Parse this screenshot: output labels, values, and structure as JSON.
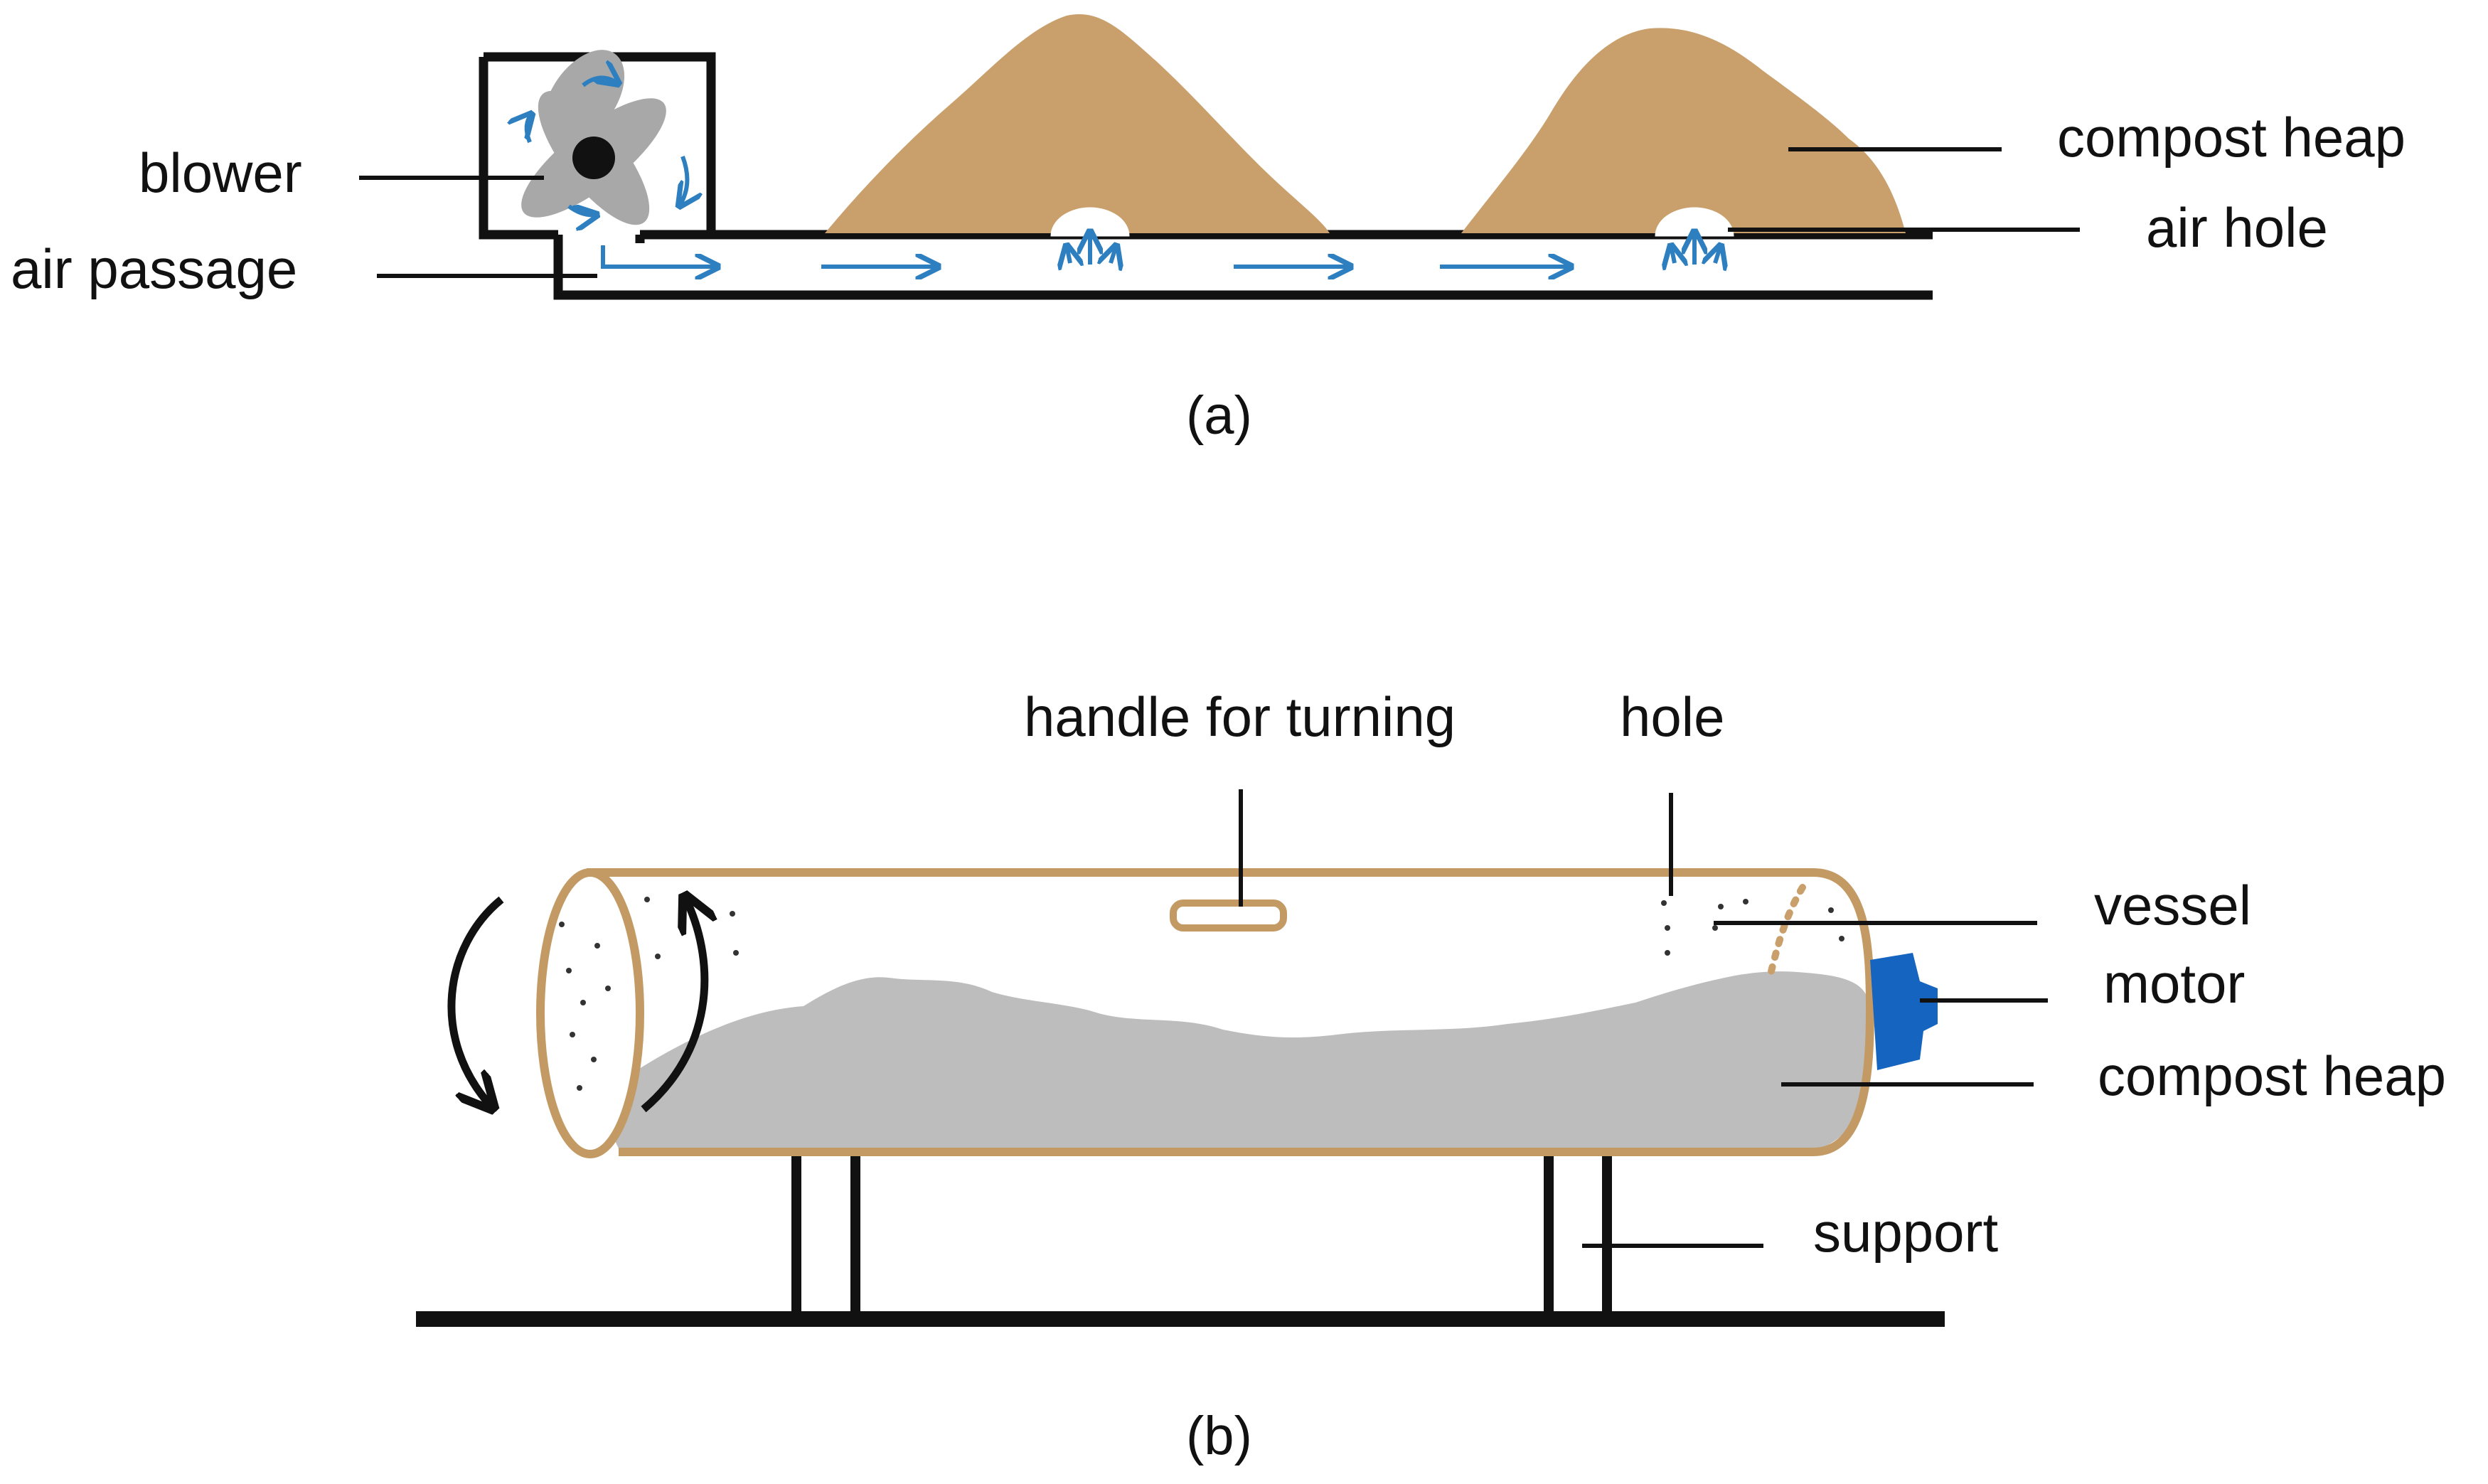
{
  "panel_a": {
    "caption": "(a)",
    "labels": {
      "blower": "blower",
      "air_passage": "air passage",
      "compost_heap": "compost heap",
      "air_hole": "air hole"
    }
  },
  "panel_b": {
    "caption": "(b)",
    "labels": {
      "handle": "handle for turning",
      "hole": "hole",
      "vessel": "vessel",
      "motor": "motor",
      "compost_heap": "compost heap",
      "support": "support"
    }
  },
  "colors": {
    "line": "#111111",
    "compost_brown": "#C9A06B",
    "vessel_outline": "#C49A64",
    "compost_gray": "#BDBDBD",
    "fan_gray": "#A8A8A8",
    "air_arrow_blue": "#2E7FC0",
    "motor_blue": "#1565C0"
  }
}
